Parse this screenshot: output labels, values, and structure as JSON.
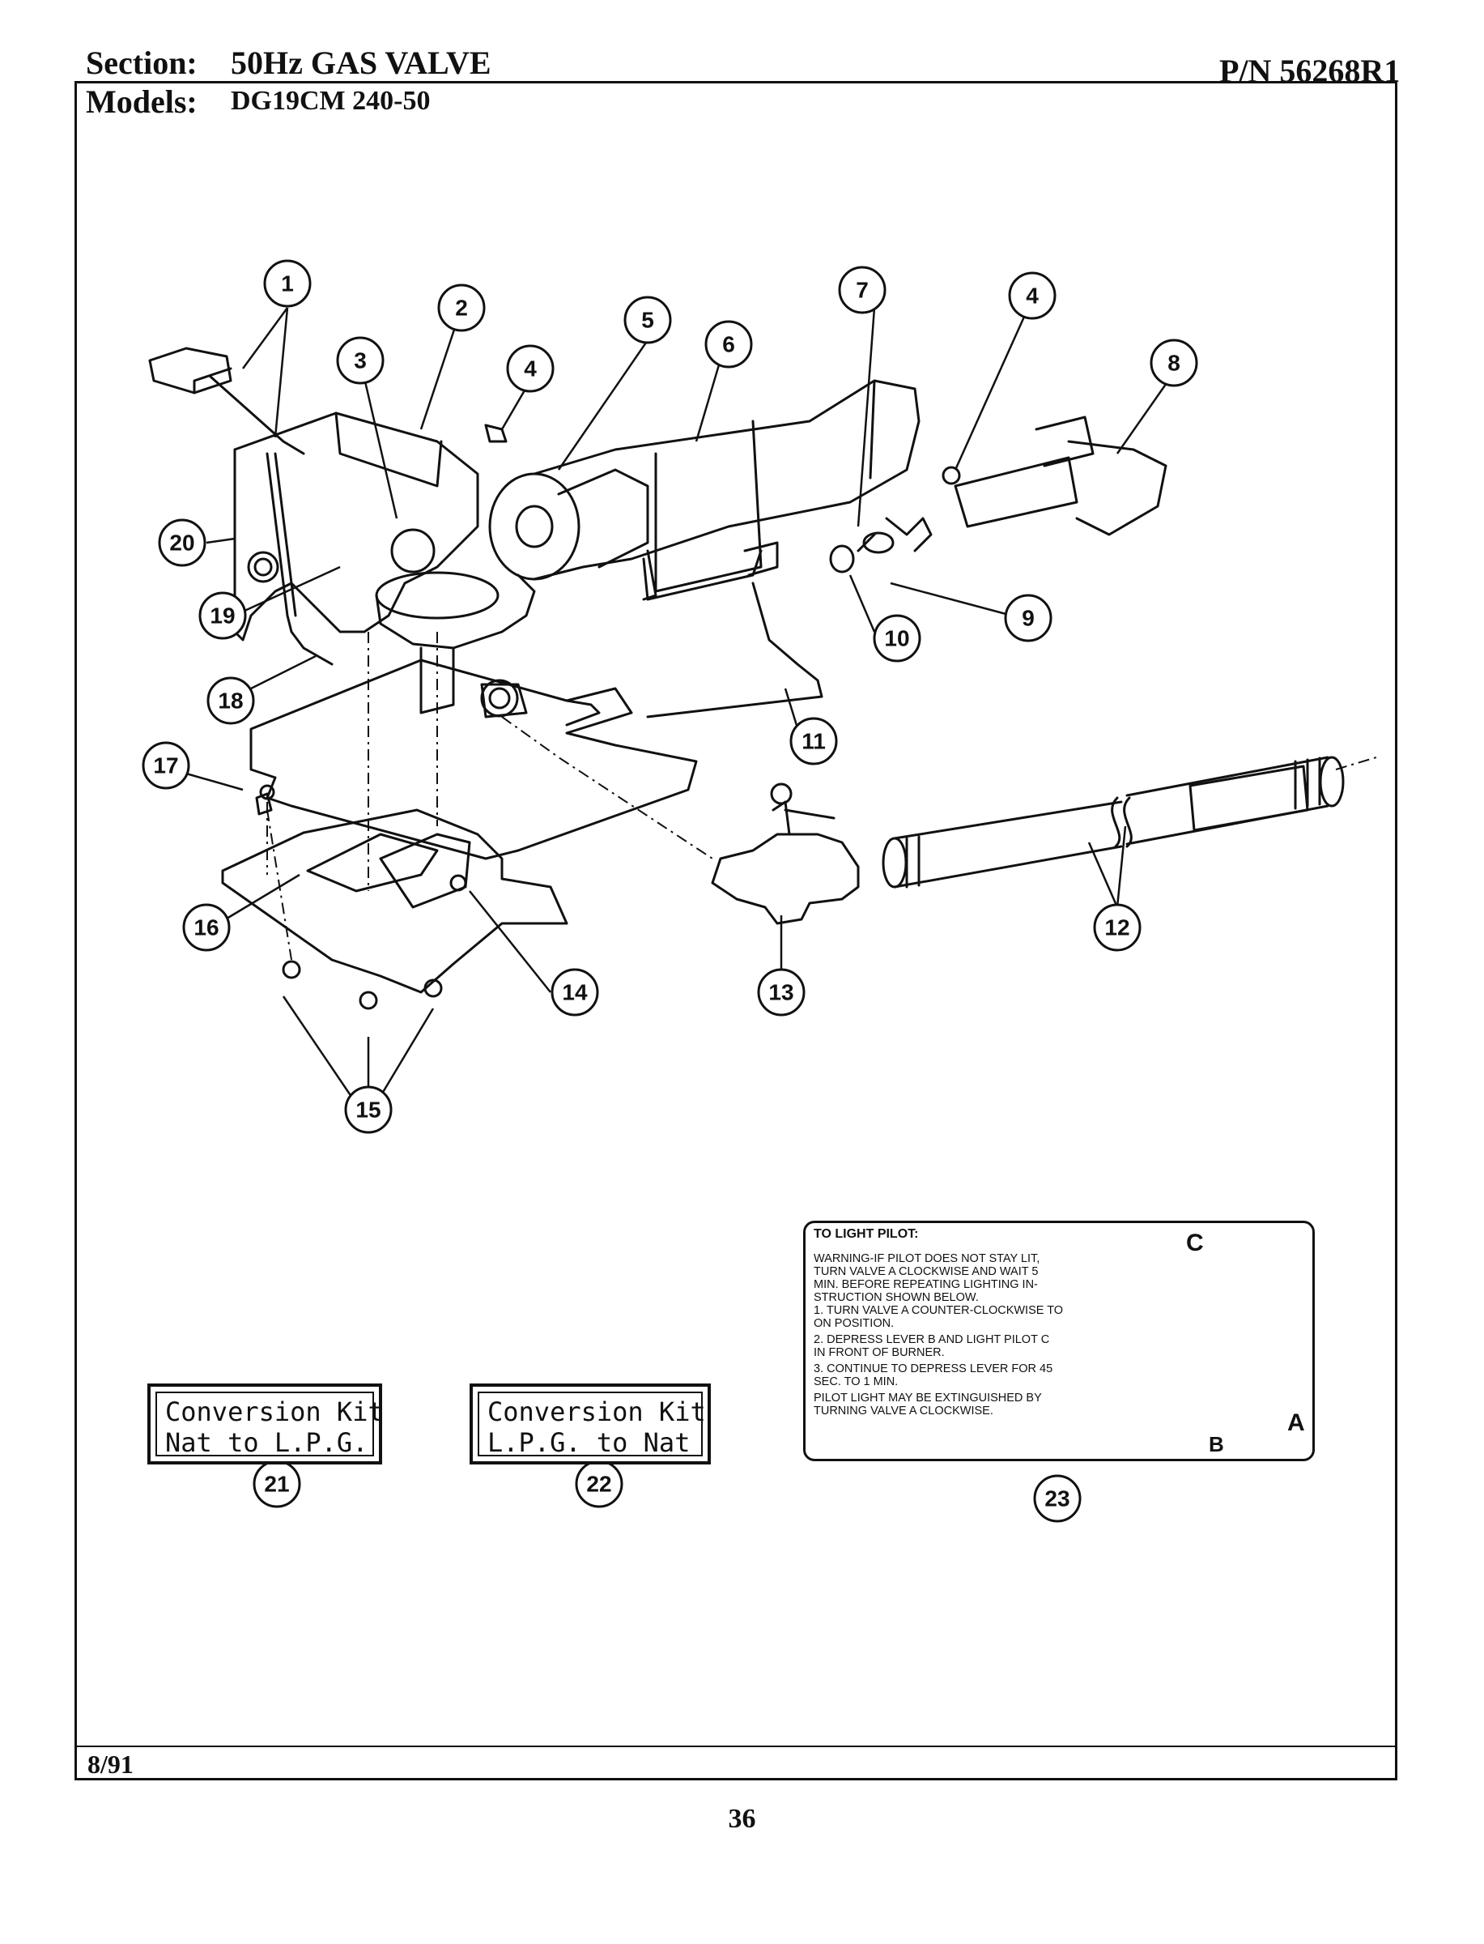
{
  "header": {
    "section_label": "Section:",
    "section_value": "50Hz GAS VALVE",
    "models_label": "Models:",
    "models_value": "DG19CM 240-50",
    "part_number": "P/N 56268R1"
  },
  "callouts": [
    "1",
    "2",
    "3",
    "4",
    "4",
    "5",
    "6",
    "7",
    "8",
    "9",
    "10",
    "11",
    "12",
    "13",
    "14",
    "15",
    "16",
    "17",
    "18",
    "19",
    "20",
    "21",
    "22",
    "23"
  ],
  "kits": [
    {
      "line1": "Conversion Kit",
      "line2": "Nat to L.P.G."
    },
    {
      "line1": "Conversion Kit",
      "line2": "L.P.G. to Nat"
    }
  ],
  "decal": {
    "title": "TO LIGHT PILOT:",
    "warning": [
      "WARNING-IF PILOT DOES NOT STAY LIT,",
      "TURN VALVE A CLOCKWISE AND WAIT 5",
      "MIN. BEFORE REPEATING LIGHTING IN-",
      "STRUCTION SHOWN BELOW."
    ],
    "step1": [
      "1. TURN VALVE A COUNTER-CLOCKWISE TO",
      "ON POSITION."
    ],
    "step2": [
      "2. DEPRESS LEVER B AND LIGHT PILOT C",
      "IN FRONT OF BURNER."
    ],
    "step3": [
      "3. CONTINUE TO DEPRESS LEVER FOR 45",
      "SEC. TO 1 MIN."
    ],
    "note": [
      "PILOT LIGHT MAY BE EXTINGUISHED BY",
      "TURNING VALVE A CLOCKWISE."
    ],
    "label_a": "A",
    "label_b": "B",
    "label_c": "C"
  },
  "footer": {
    "date": "8/91",
    "page": "36"
  }
}
